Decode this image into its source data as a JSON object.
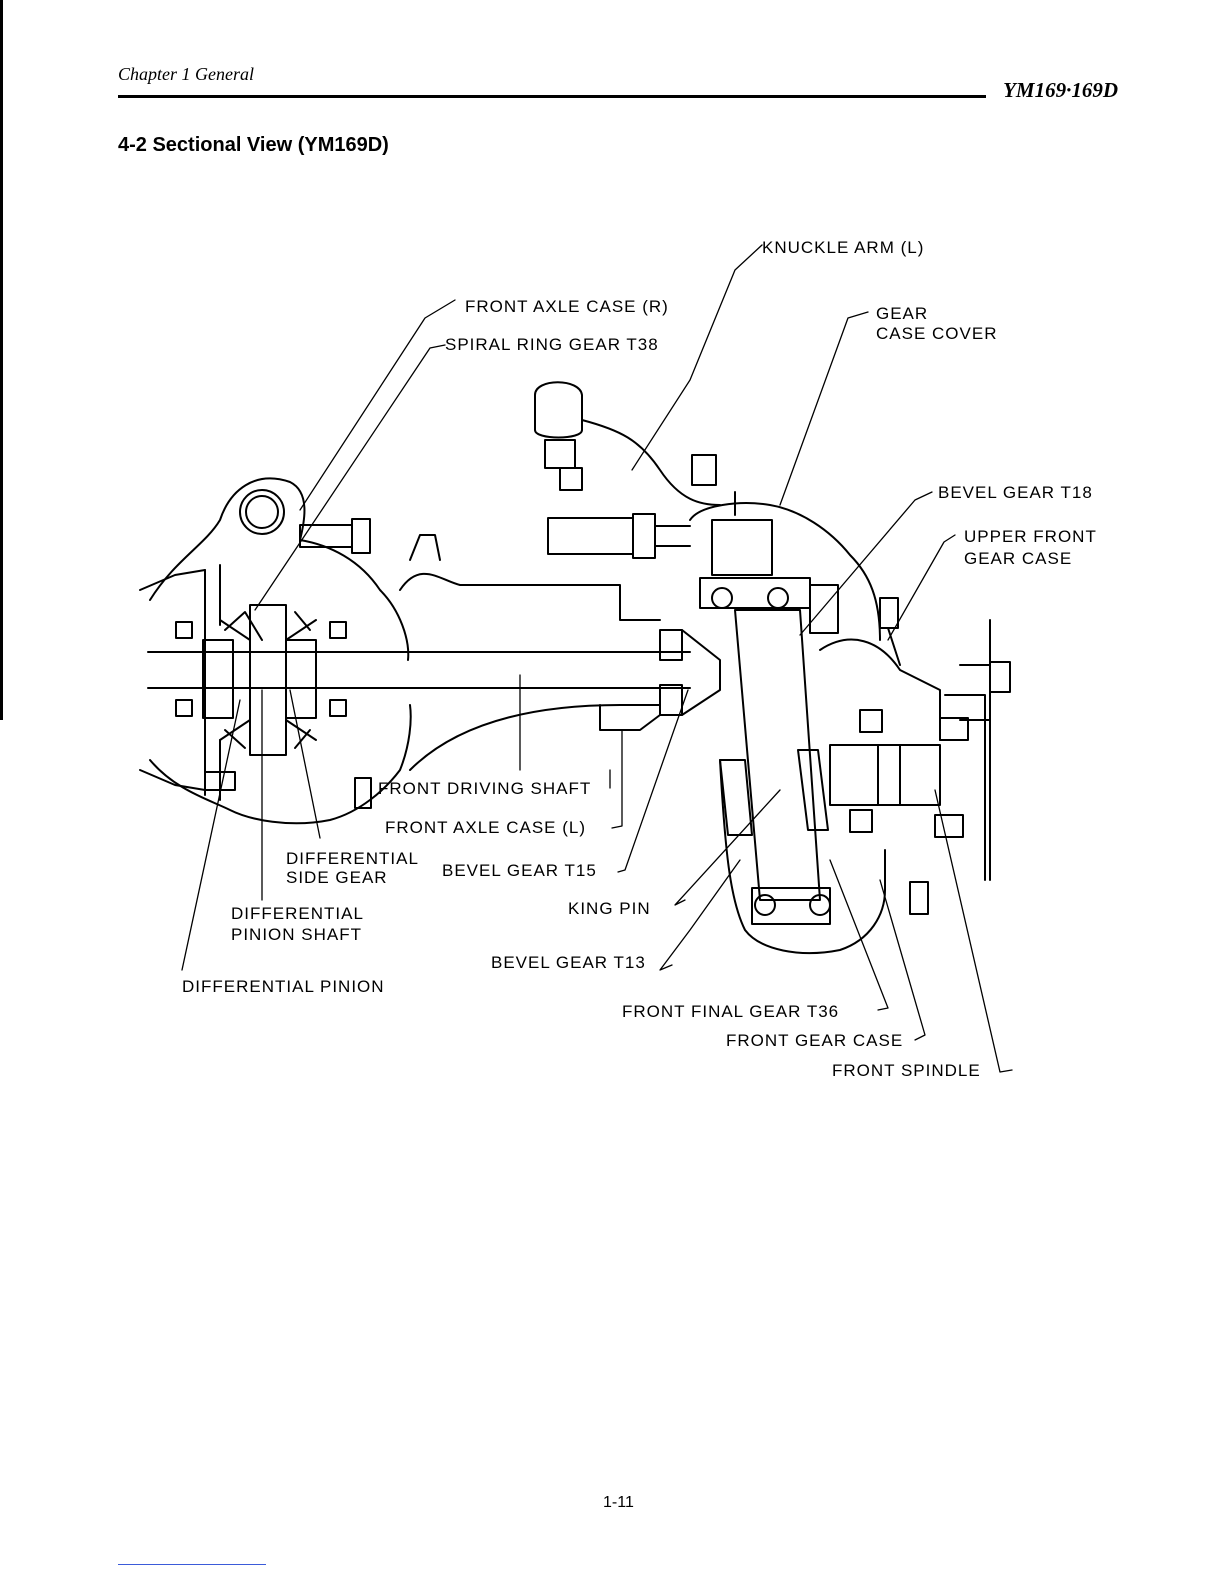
{
  "header": {
    "chapter": "Chapter 1  General",
    "model": "YM169·169D"
  },
  "section": {
    "title": "4-2  Sectional View (YM169D)"
  },
  "labels": {
    "knuckle_arm": "KNUCKLE ARM (L)",
    "front_axle_case_r": "FRONT AXLE CASE (R)",
    "spiral_ring_gear": "SPIRAL RING GEAR T38",
    "gear_case_cover_1": "GEAR",
    "gear_case_cover_2": "CASE COVER",
    "bevel_gear_t18": "BEVEL GEAR T18",
    "upper_front_gear_case_1": "UPPER FRONT",
    "upper_front_gear_case_2": "GEAR CASE",
    "front_driving_shaft": "FRONT DRIVING SHAFT",
    "front_axle_case_l": "FRONT AXLE CASE (L)",
    "diff_side_gear_1": "DIFFERENTIAL",
    "diff_side_gear_2": "SIDE GEAR",
    "bevel_gear_t15": "BEVEL GEAR T15",
    "king_pin": "KING PIN",
    "diff_pinion_shaft_1": "DIFFERENTIAL",
    "diff_pinion_shaft_2": "PINION SHAFT",
    "bevel_gear_t13": "BEVEL GEAR T13",
    "diff_pinion": "DIFFERENTIAL PINION",
    "front_final_gear": "FRONT FINAL GEAR T36",
    "front_gear_case": "FRONT GEAR CASE",
    "front_spindle": "FRONT SPINDLE"
  },
  "footer": {
    "page_number": "1-11"
  }
}
